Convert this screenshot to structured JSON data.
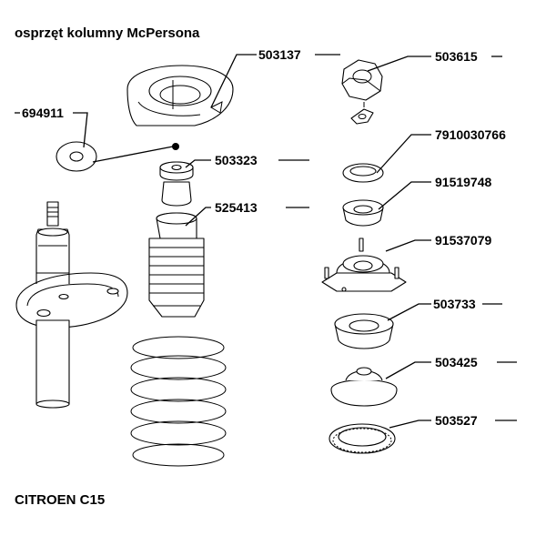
{
  "header": {
    "title": "osprzęt kolumny McPersona"
  },
  "footer": {
    "model": "CITROEN C15"
  },
  "part_numbers": {
    "p503137": "503137",
    "p503615": "503615",
    "p694911": "694911",
    "p503323": "503323",
    "p7910030766": "7910030766",
    "p91519748": "91519748",
    "p525413": "525413",
    "p91537079": "91537079",
    "p503733": "503733",
    "p503425": "503425",
    "p503527": "503527"
  }
}
